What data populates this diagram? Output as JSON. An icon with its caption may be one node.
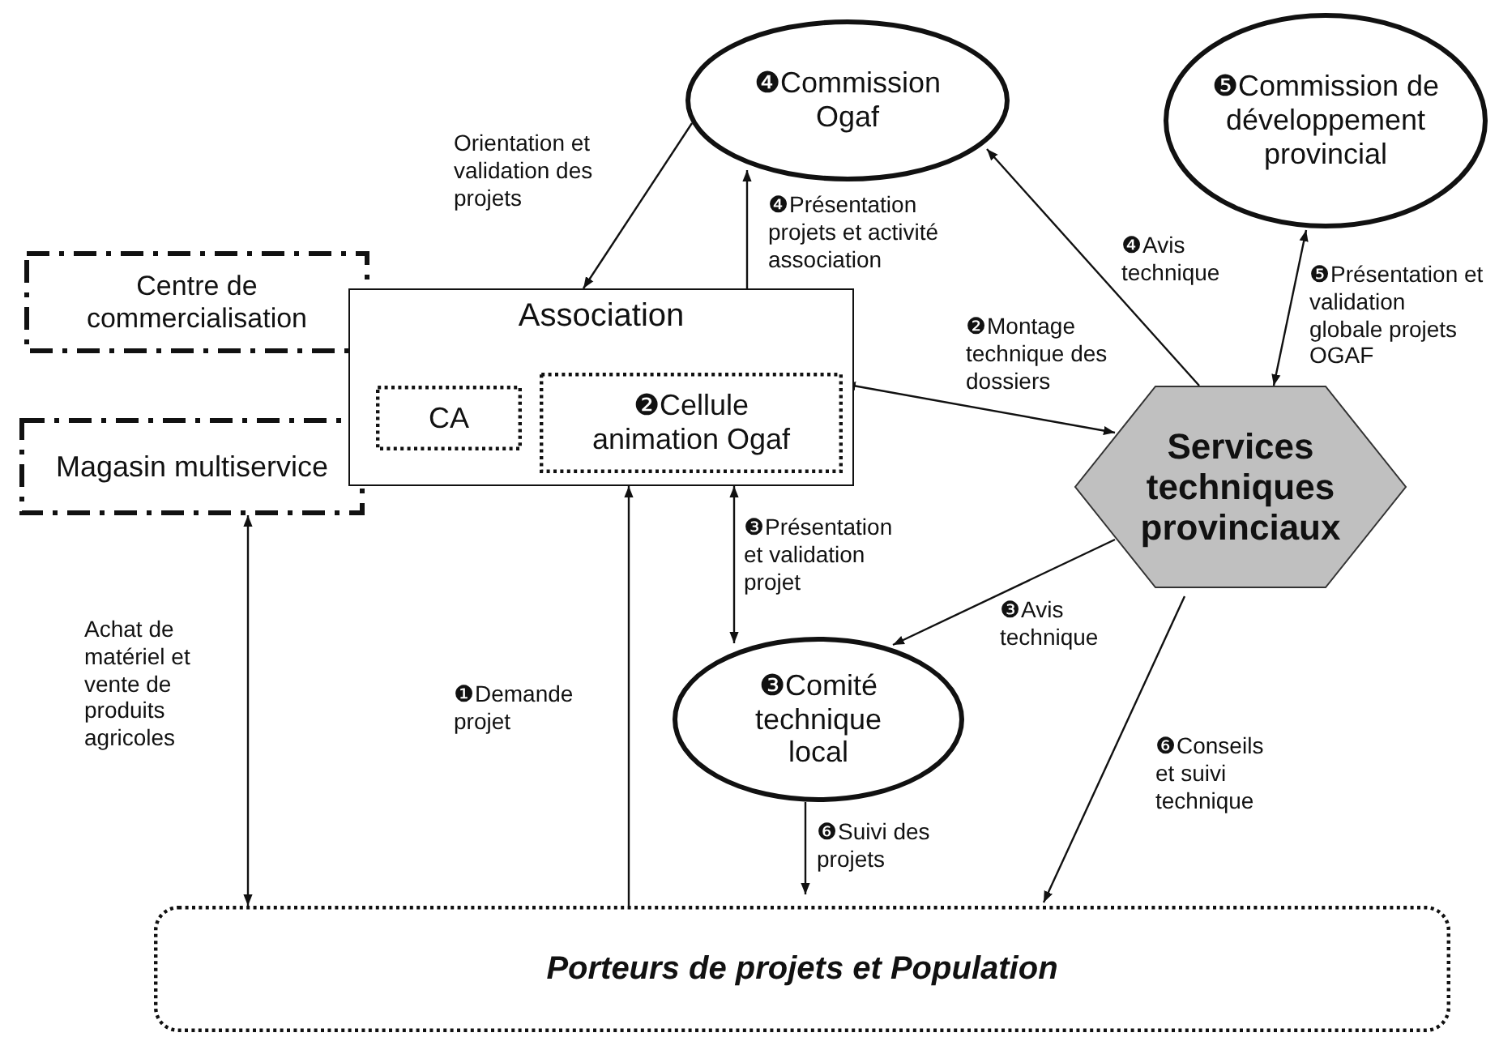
{
  "diagram": {
    "nodes": [
      {
        "text": [
          "❹Commission Ogaf"
        ]
      },
      {
        "text": [
          "❺Commission de développement provincial"
        ]
      },
      {
        "text": [
          "Centre de commercialisation"
        ]
      },
      {
        "text": [
          "Magasin multiservice"
        ]
      },
      {
        "text": [
          "Association"
        ]
      },
      {
        "text": [
          "CA"
        ],
        "in": 4
      },
      {
        "text": [
          "❷Cellule animation Ogaf"
        ],
        "in": 4
      },
      {
        "text": [
          "Services techniques provinciaux"
        ]
      },
      {
        "text": [
          "❸Comité technique local"
        ]
      },
      {
        "text": [
          "Porteurs de projets et Population"
        ]
      }
    ],
    "edges": [
      {
        "from": 0,
        "to": 4,
        "arrow": "to",
        "label": "Orientation et validation des projets"
      },
      {
        "from": 4,
        "to": 0,
        "arrow": "to",
        "label": "❹Présentation projets et activité association"
      },
      {
        "from": 6,
        "to": 7,
        "arrow": "both",
        "label": "❷Montage technique des dossiers"
      },
      {
        "from": 7,
        "to": 0,
        "arrow": "to",
        "label": "❹Avis technique"
      },
      {
        "from": 1,
        "to": 7,
        "arrow": "both",
        "label": "❺Présentation et validation globale projets OGAF"
      },
      {
        "from": 4,
        "to": 8,
        "arrow": "both",
        "label": "❸Présentation et validation projet"
      },
      {
        "from": 7,
        "to": 8,
        "arrow": "to",
        "label": "❸Avis technique"
      },
      {
        "from": 3,
        "to": 9,
        "arrow": "both",
        "label": "Achat de matériel et vente de produits agricoles"
      },
      {
        "from": 9,
        "to": 4,
        "arrow": "to",
        "label": "❶Demande projet"
      },
      {
        "from": 8,
        "to": 9,
        "arrow": "to",
        "label": "❻Suivi des projets"
      },
      {
        "from": 7,
        "to": 9,
        "arrow": "to",
        "label": "❻Conseils et suivi technique"
      }
    ]
  }
}
